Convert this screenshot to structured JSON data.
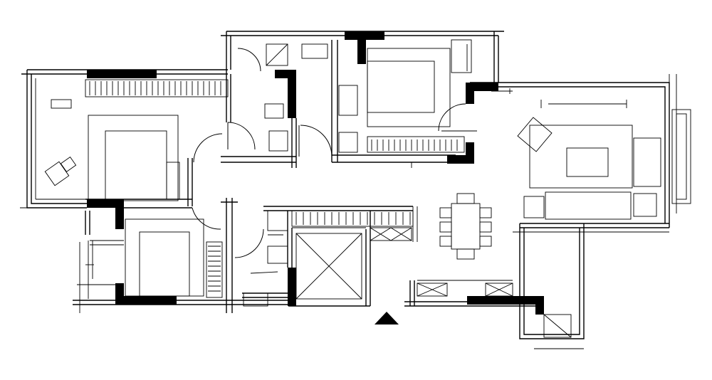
{
  "plan": {
    "colors": {
      "line": "#000000",
      "wall_fill": "#000000",
      "background": "#ffffff"
    },
    "rooms": [
      {
        "id": "bedroom-1",
        "icon": "double-bed-icon"
      },
      {
        "id": "bedroom-2",
        "icon": "double-bed-icon"
      },
      {
        "id": "bedroom-3",
        "icon": "double-bed-icon"
      },
      {
        "id": "living-room",
        "icon": "sofa-set-icon"
      },
      {
        "id": "dining",
        "icon": "dining-table-icon"
      },
      {
        "id": "kitchen-store",
        "icon": "cross-box-icon"
      }
    ],
    "entrance_marker": "triangle-up-icon"
  }
}
